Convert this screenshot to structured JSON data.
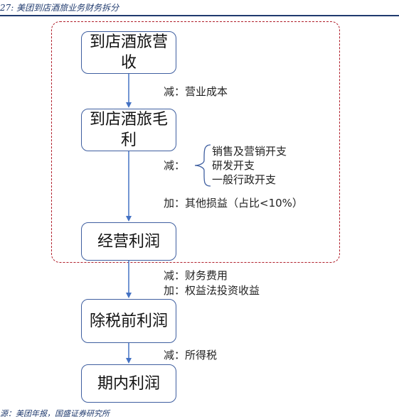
{
  "header": {
    "caption": "27: 美团到店酒旅业务财务拆分"
  },
  "nodes": [
    {
      "id": "revenue",
      "label": "到店酒旅营收"
    },
    {
      "id": "gross_profit",
      "label": "到店酒旅毛利"
    },
    {
      "id": "operating_profit",
      "label": "经营利润"
    },
    {
      "id": "pretax_profit",
      "label": "除税前利润"
    },
    {
      "id": "period_profit",
      "label": "期内利润"
    }
  ],
  "notes": {
    "minus_cost": "减：营业成本",
    "minus_label": "减：",
    "expense_items": [
      "销售及营销开支",
      "研发开支",
      "一般行政开支"
    ],
    "plus_other": "加：其他损益（占比<10%）",
    "minus_finance": "减：财务费用",
    "plus_equity": "加：权益法投资收益",
    "minus_tax": "减：所得税"
  },
  "colors": {
    "box_border": "#3f5fa0",
    "arrow": "#4472c4",
    "dashed_frame": "#b01e2a",
    "caption": "#1f3a6e"
  },
  "footer": {
    "source": "源：美团年报，国盛证券研究所"
  }
}
